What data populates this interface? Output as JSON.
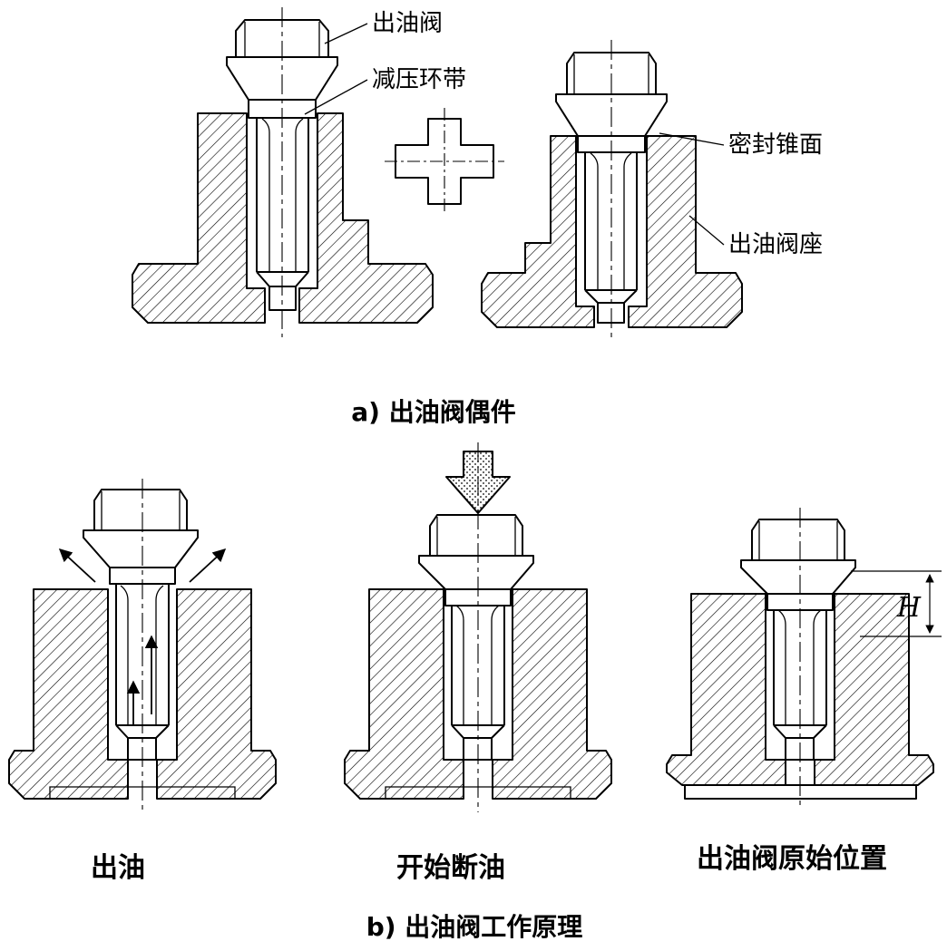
{
  "figure": {
    "section_a": {
      "caption": "a) 出油阀偶件",
      "callouts": [
        {
          "label": "出油阀"
        },
        {
          "label": "减压环带"
        },
        {
          "label": "密封锥面"
        },
        {
          "label": "出油阀座"
        }
      ]
    },
    "section_b": {
      "caption": "b) 出油阀工作原理",
      "states": [
        {
          "label": "出油"
        },
        {
          "label": "开始断油"
        },
        {
          "label": "出油阀原始位置"
        }
      ],
      "dimension_label": "H"
    },
    "colors": {
      "line": "#000000",
      "background": "#ffffff"
    }
  }
}
